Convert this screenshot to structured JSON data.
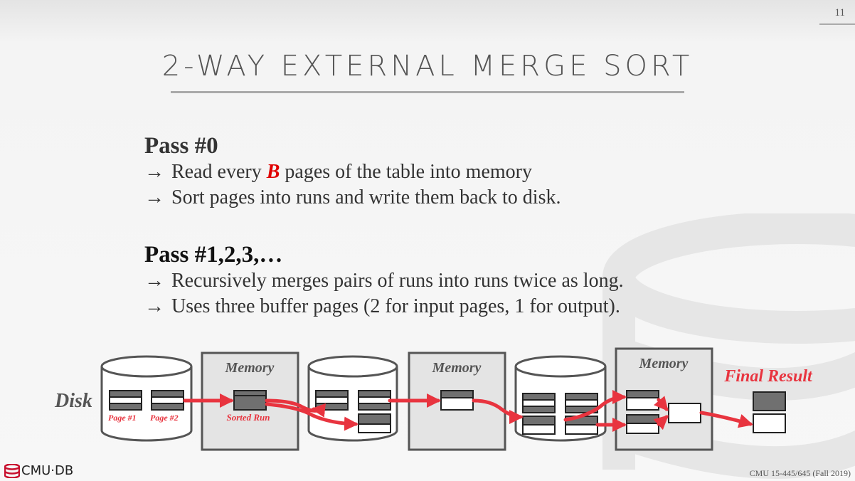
{
  "slide": {
    "number": "11",
    "title": "2-WAY EXTERNAL MERGE SORT"
  },
  "pass0": {
    "heading": "Pass #0",
    "bullet1": {
      "arrow": "→",
      "before": "Read every ",
      "emphasis": "B",
      "after": " pages of the table into memory"
    },
    "bullet2": {
      "arrow": "→",
      "text": "Sort pages into runs and write them back to disk."
    }
  },
  "pass_n": {
    "heading": "Pass #1,2,3,…",
    "bullet1": {
      "arrow": "→",
      "text": "Recursively merges pairs of runs into runs twice as long."
    },
    "bullet2": {
      "arrow": "→",
      "text": "Uses three buffer pages (2 for input pages, 1 for output)."
    }
  },
  "diagram": {
    "disk_label": "Disk",
    "page1_label": "Page #1",
    "page2_label": "Page #2",
    "memory1_label": "Memory",
    "sorted_run_label": "Sorted Run",
    "memory2_label": "Memory",
    "memory3_label": "Memory",
    "final_result_label": "Final Result"
  },
  "colors": {
    "accent_red": "#e8343f",
    "emphasis_red": "#e00000",
    "page_dark": "#707070"
  },
  "footer": {
    "logo": "CMU·DB",
    "course": "CMU 15-445/645 (Fall 2019)"
  }
}
